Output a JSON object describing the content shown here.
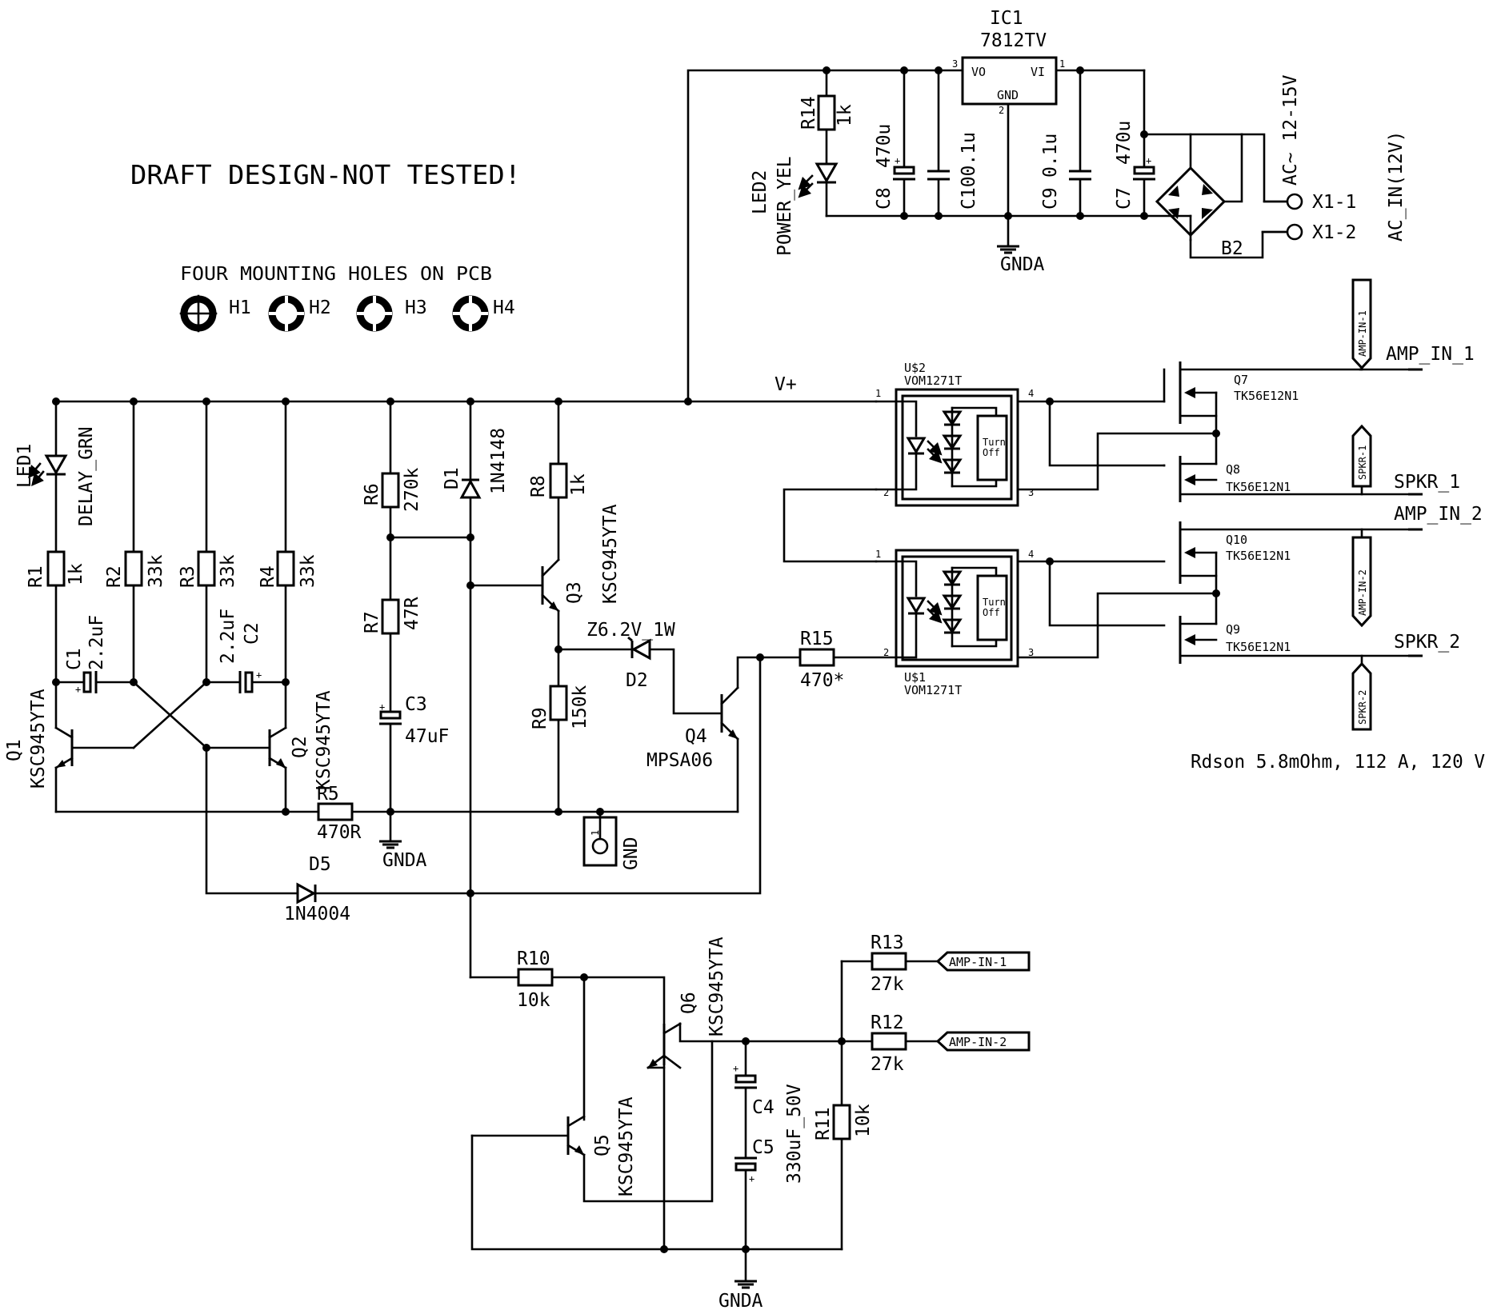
{
  "notes": {
    "draft": "DRAFT DESIGN-NOT TESTED!",
    "holes": "FOUR MOUNTING HOLES ON PCB",
    "rdson": "Rdson 5.8mOhm, 112 A, 120 V"
  },
  "holes": [
    "H1",
    "H2",
    "H3",
    "H4"
  ],
  "nets": {
    "vplus": "V+",
    "gnda": "GNDA"
  },
  "ic1": {
    "ref": "IC1",
    "value": "7812TV",
    "pin_vo": "VO",
    "pin_vi": "VI",
    "pin_gnd": "GND",
    "p1": "1",
    "p2": "2",
    "p3": "3"
  },
  "r14": {
    "ref": "R14",
    "value": "1k"
  },
  "led2": {
    "ref": "LED2",
    "value": "POWER_YEL"
  },
  "c8": {
    "ref": "C8",
    "value": "470u"
  },
  "c100": {
    "ref": "C100.1u"
  },
  "c9": {
    "ref": "C9",
    "value": "0.1u"
  },
  "c7": {
    "ref": "C7",
    "value": "470u"
  },
  "b2": {
    "ref": "B2"
  },
  "ac": {
    "range": "AC~ 12-15V",
    "input": "AC_IN(12V)",
    "x11": "X1-1",
    "x12": "X1-2"
  },
  "led1": {
    "ref": "LED1",
    "value": "DELAY_GRN"
  },
  "r1": {
    "ref": "R1",
    "value": "1k"
  },
  "r2": {
    "ref": "R2",
    "value": "33k"
  },
  "r3": {
    "ref": "R3",
    "value": "33k"
  },
  "r4": {
    "ref": "R4",
    "value": "33k"
  },
  "c1": {
    "ref": "C1",
    "value": "2.2uF"
  },
  "c2": {
    "ref": "C2",
    "value": "2.2uF"
  },
  "q1": {
    "ref": "Q1",
    "value": "KSC945YTA"
  },
  "q2": {
    "ref": "Q2",
    "value": "KSC945YTA"
  },
  "r5": {
    "ref": "R5",
    "value": "470R"
  },
  "r6": {
    "ref": "R6",
    "value": "270k"
  },
  "r7": {
    "ref": "R7",
    "value": "47R"
  },
  "c3": {
    "ref": "C3",
    "value": "47uF"
  },
  "d1": {
    "ref": "D1",
    "value": "1N4148"
  },
  "r8": {
    "ref": "R8",
    "value": "1k"
  },
  "q3": {
    "ref": "Q3",
    "value": "KSC945YTA"
  },
  "d2": {
    "ref": "D2",
    "value": "Z6.2V_1W"
  },
  "r9": {
    "ref": "R9",
    "value": "150k"
  },
  "q4": {
    "ref": "Q4",
    "value": "MPSA06"
  },
  "gnd_pad": {
    "label": "GND",
    "pin": "1"
  },
  "d5": {
    "ref": "D5",
    "value": "1N4004"
  },
  "r15": {
    "ref": "R15",
    "value": "470*"
  },
  "u2": {
    "ref": "U$2",
    "value": "VOM1271T",
    "turn": "Turn",
    "off": "Off",
    "p1": "1",
    "p2": "2",
    "p3": "3",
    "p4": "4"
  },
  "u1": {
    "ref": "U$1",
    "value": "VOM1271T",
    "turn": "Turn",
    "off": "Off",
    "p1": "1",
    "p2": "2",
    "p3": "3",
    "p4": "4"
  },
  "q7": {
    "ref": "Q7",
    "value": "TK56E12N1"
  },
  "q8": {
    "ref": "Q8",
    "value": "TK56E12N1"
  },
  "q10": {
    "ref": "Q10",
    "value": "TK56E12N1"
  },
  "q9": {
    "ref": "Q9",
    "value": "TK56E12N1"
  },
  "ports": {
    "amp_in_1": "AMP_IN_1",
    "spkr_1": "SPKR_1",
    "amp_in_2": "AMP_IN_2",
    "spkr_2": "SPKR_2"
  },
  "flags": {
    "amp1": "AMP-IN-1",
    "spkr1": "SPKR-1",
    "amp2": "AMP-IN-2",
    "spkr2": "SPKR-2"
  },
  "r10": {
    "ref": "R10",
    "value": "10k"
  },
  "q6": {
    "ref": "Q6",
    "value": "KSC945YTA"
  },
  "q5": {
    "ref": "Q5",
    "value": "KSC945YTA"
  },
  "c4": {
    "ref": "C4"
  },
  "c5": {
    "ref": "C5",
    "value": "330uF_50V"
  },
  "r11": {
    "ref": "R11",
    "value": "10k"
  },
  "r13": {
    "ref": "R13",
    "value": "27k"
  },
  "r12": {
    "ref": "R12",
    "value": "27k"
  }
}
